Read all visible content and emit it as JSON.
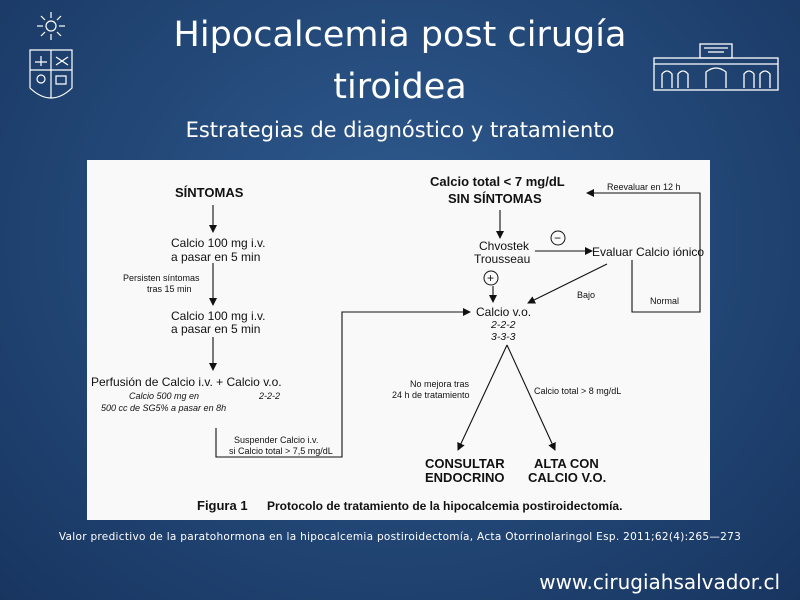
{
  "header": {
    "title_line1": "Hipocalcemia post cirugía",
    "title_line2": "tiroidea",
    "subtitle": "Estrategias de diagnóstico y tratamiento"
  },
  "figure": {
    "left": {
      "symptoms": "SÍNTOMAS",
      "dose1_a": "Calcio 100 mg i.v.",
      "dose1_b": "a pasar en 5 min",
      "persist_a": "Persisten síntomas",
      "persist_b": "tras 15 min",
      "dose2_a": "Calcio 100 mg i.v.",
      "dose2_b": "a pasar en 5 min",
      "perf_a": "Perfusión de Calcio i.v. + Calcio v.o.",
      "perf_b": "Calcio 500 mg en",
      "perf_b2": "2-2-2",
      "perf_c": "500 cc de SG5% a pasar en 8h",
      "suspend_a": "Suspender Calcio i.v.",
      "suspend_b": "si Calcio total > 7,5 mg/dL"
    },
    "right": {
      "total_a": "Calcio total < 7 mg/dL",
      "total_b": "SIN SÍNTOMAS",
      "reeval": "Reevaluar en 12 h",
      "chvostek": "Chvostek",
      "trousseau": "Trousseau",
      "minus": "−",
      "plus": "+",
      "evaluar": "Evaluar Calcio iónico",
      "bajo": "Bajo",
      "normal": "Normal",
      "vo": "Calcio v.o.",
      "vo_b": "2-2-2",
      "vo_c": "3-3-3",
      "nomejora_a": "No mejora tras",
      "nomejora_b": "24 h de tratamiento",
      "gt8": "Calcio total > 8 mg/dL",
      "consult_a": "CONSULTAR",
      "consult_b": "ENDOCRINO",
      "alta_a": "ALTA CON",
      "alta_b": "CALCIO V.O."
    },
    "caption_label": "Figura 1",
    "caption_text": "Protocolo de tratamiento de la hipocalcemia postiroidectomía."
  },
  "citation": "Valor predictivo de la paratohormona en la hipocalcemia postiroidectomía, Acta Otorrinolaringol Esp. 2011;62(4):265—273",
  "website": "www.cirugiahsalvador.cl"
}
